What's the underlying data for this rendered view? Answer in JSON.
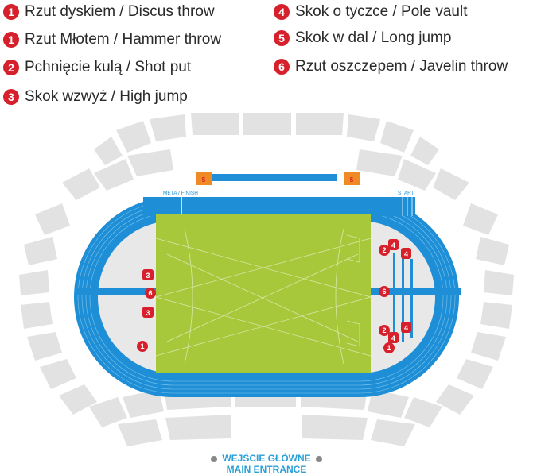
{
  "legend": [
    {
      "num": "1",
      "label": "Rzut dyskiem / Discus throw"
    },
    {
      "num": "1",
      "label": "Rzut Młotem / Hammer throw"
    },
    {
      "num": "2",
      "label": "Pchnięcie kulą / Shot put"
    },
    {
      "num": "3",
      "label": "Skok wzwyż / High jump"
    },
    {
      "num": "4",
      "label": "Skok o tyczce / Pole vault"
    },
    {
      "num": "5",
      "label": "Skok w dal / Long jump"
    },
    {
      "num": "6",
      "label": "Rzut oszczepem / Javelin throw"
    }
  ],
  "track": {
    "finish_label": "META / FINISH",
    "start_label": "START"
  },
  "markers": {
    "long_jump_left": "5",
    "long_jump_right": "5",
    "high_jump_top": "3",
    "high_jump_bottom": "3",
    "javelin_left": "6",
    "javelin_right": "6",
    "discus_left": "1",
    "shot_put_top": "2",
    "shot_put_bottom": "2",
    "pole_vault_1": "4",
    "pole_vault_2": "4",
    "pole_vault_3": "4",
    "pole_vault_4": "4",
    "hammer_right": "1"
  },
  "entrance": {
    "polish": "WEJŚCIE GŁÓWNE",
    "english": "MAIN ENTRANCE"
  },
  "colors": {
    "marker_red": "#d6202c",
    "track_blue": "#1e8fd6",
    "field_green": "#a8c83c",
    "stands_gray": "#e2e2e2",
    "long_jump_orange": "#f08a24"
  }
}
